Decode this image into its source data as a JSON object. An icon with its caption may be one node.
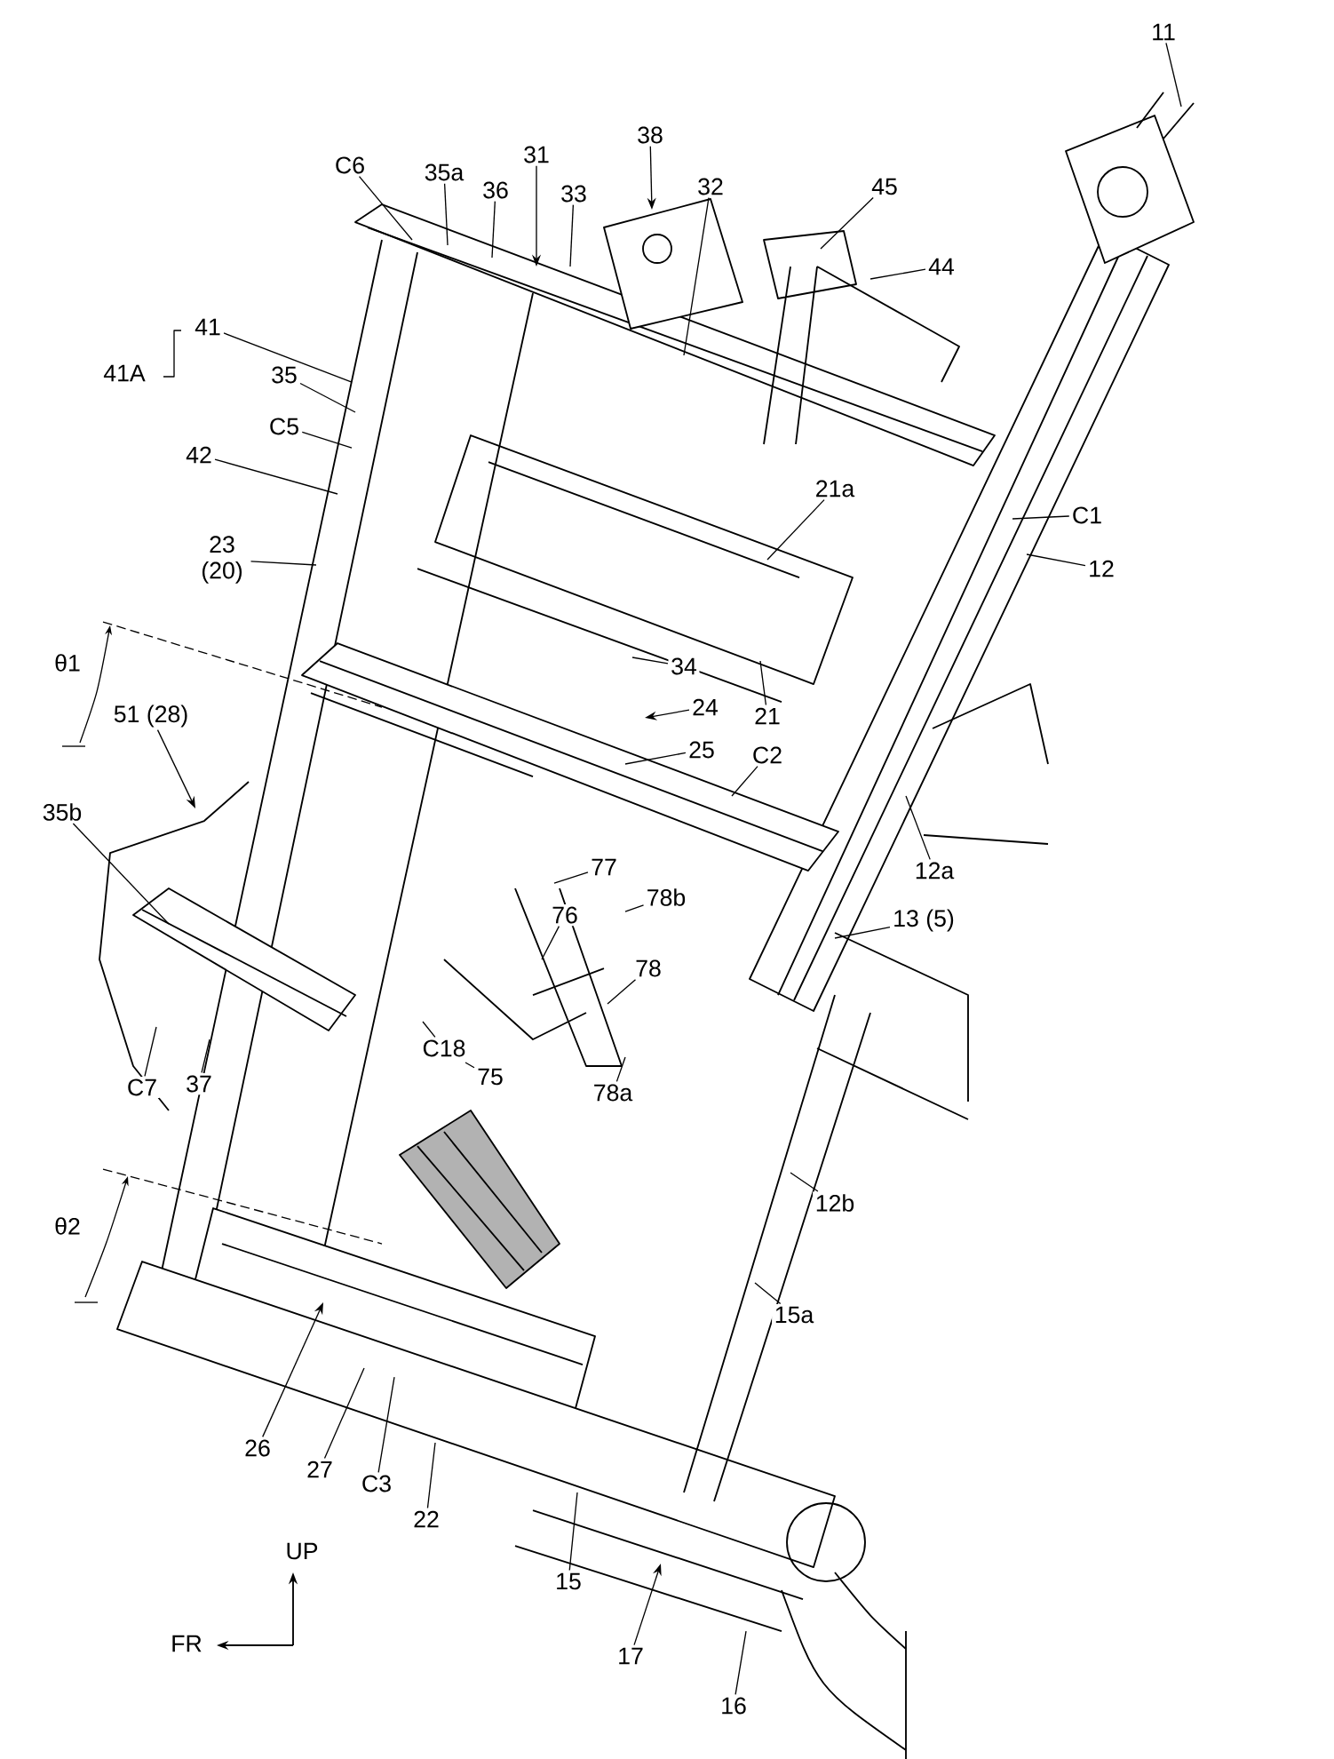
{
  "diagram": {
    "nodes": [
      {
        "text": [
          "11"
        ]
      },
      {
        "text": [
          "C6"
        ]
      },
      {
        "text": [
          "35a"
        ]
      },
      {
        "text": [
          "38"
        ]
      },
      {
        "text": [
          "31"
        ]
      },
      {
        "text": [
          "36"
        ]
      },
      {
        "text": [
          "33"
        ]
      },
      {
        "text": [
          "32"
        ]
      },
      {
        "text": [
          "45"
        ]
      },
      {
        "text": [
          "44"
        ]
      },
      {
        "text": [
          "41"
        ]
      },
      {
        "text": [
          "35"
        ]
      },
      {
        "text": [
          "C5"
        ]
      },
      {
        "text": [
          "42"
        ]
      },
      {
        "text": [
          "21a"
        ]
      },
      {
        "text": [
          "C1"
        ]
      },
      {
        "text": [
          "23 (20)"
        ]
      },
      {
        "text": [
          "12"
        ]
      },
      {
        "text": [
          "34"
        ]
      },
      {
        "text": [
          "24"
        ]
      },
      {
        "text": [
          "21"
        ]
      },
      {
        "text": [
          "51 (28)"
        ]
      },
      {
        "text": [
          "25"
        ]
      },
      {
        "text": [
          "C2"
        ]
      },
      {
        "text": [
          "35b"
        ]
      },
      {
        "text": [
          "12a"
        ]
      },
      {
        "text": [
          "77"
        ]
      },
      {
        "text": [
          "78b"
        ]
      },
      {
        "text": [
          "13 (5)"
        ]
      },
      {
        "text": [
          "76"
        ]
      },
      {
        "text": [
          "78"
        ]
      },
      {
        "text": [
          "C7"
        ]
      },
      {
        "text": [
          "37"
        ]
      },
      {
        "text": [
          "C18"
        ]
      },
      {
        "text": [
          "75"
        ]
      },
      {
        "text": [
          "78a"
        ]
      },
      {
        "text": [
          "12b"
        ]
      },
      {
        "text": [
          "15a"
        ]
      },
      {
        "text": [
          "26"
        ]
      },
      {
        "text": [
          "27"
        ]
      },
      {
        "text": [
          "C3"
        ]
      },
      {
        "text": [
          "22"
        ]
      },
      {
        "text": [
          "15"
        ]
      },
      {
        "text": [
          "17"
        ]
      },
      {
        "text": [
          "16"
        ]
      }
    ],
    "edges": [
      {
        "from": 0,
        "to": null,
        "arrow": "none"
      },
      {
        "from": 1,
        "to": null,
        "arrow": "none"
      },
      {
        "from": 2,
        "to": null,
        "arrow": "none"
      },
      {
        "from": 3,
        "to": null,
        "arrow": "to"
      },
      {
        "from": 4,
        "to": null,
        "arrow": "to"
      },
      {
        "from": 5,
        "to": null,
        "arrow": "none"
      },
      {
        "from": 6,
        "to": null,
        "arrow": "none"
      },
      {
        "from": 7,
        "to": null,
        "arrow": "none"
      },
      {
        "from": 8,
        "to": null,
        "arrow": "none"
      },
      {
        "from": 9,
        "to": null,
        "arrow": "none"
      },
      {
        "from": 10,
        "to": null,
        "arrow": "none"
      },
      {
        "from": 11,
        "to": null,
        "arrow": "none"
      },
      {
        "from": 12,
        "to": null,
        "arrow": "none"
      },
      {
        "from": 13,
        "to": null,
        "arrow": "none"
      },
      {
        "from": 14,
        "to": null,
        "arrow": "none"
      },
      {
        "from": 15,
        "to": null,
        "arrow": "none"
      },
      {
        "from": 16,
        "to": null,
        "arrow": "none"
      },
      {
        "from": 17,
        "to": null,
        "arrow": "none"
      },
      {
        "from": 18,
        "to": null,
        "arrow": "none"
      },
      {
        "from": 19,
        "to": null,
        "arrow": "to"
      },
      {
        "from": 20,
        "to": null,
        "arrow": "none"
      },
      {
        "from": 21,
        "to": null,
        "arrow": "to"
      },
      {
        "from": 22,
        "to": null,
        "arrow": "none"
      },
      {
        "from": 23,
        "to": null,
        "arrow": "none"
      },
      {
        "from": 24,
        "to": null,
        "arrow": "none"
      },
      {
        "from": 25,
        "to": null,
        "arrow": "none"
      },
      {
        "from": 26,
        "to": null,
        "arrow": "none"
      },
      {
        "from": 27,
        "to": null,
        "arrow": "none"
      },
      {
        "from": 28,
        "to": null,
        "arrow": "none"
      },
      {
        "from": 29,
        "to": null,
        "arrow": "none"
      },
      {
        "from": 30,
        "to": null,
        "arrow": "none"
      },
      {
        "from": 31,
        "to": null,
        "arrow": "none"
      },
      {
        "from": 32,
        "to": null,
        "arrow": "none"
      },
      {
        "from": 33,
        "to": null,
        "arrow": "none"
      },
      {
        "from": 34,
        "to": null,
        "arrow": "none"
      },
      {
        "from": 35,
        "to": null,
        "arrow": "none"
      },
      {
        "from": 36,
        "to": null,
        "arrow": "none"
      },
      {
        "from": 37,
        "to": null,
        "arrow": "none"
      },
      {
        "from": 38,
        "to": null,
        "arrow": "to"
      },
      {
        "from": 39,
        "to": null,
        "arrow": "none"
      },
      {
        "from": 40,
        "to": null,
        "arrow": "none"
      },
      {
        "from": 41,
        "to": null,
        "arrow": "none"
      },
      {
        "from": 42,
        "to": null,
        "arrow": "none"
      },
      {
        "from": 43,
        "to": null,
        "arrow": "to"
      },
      {
        "from": 44,
        "to": null,
        "arrow": "none"
      }
    ],
    "labels": [
      "41A",
      "θ1",
      "θ2",
      "UP",
      "FR"
    ]
  }
}
